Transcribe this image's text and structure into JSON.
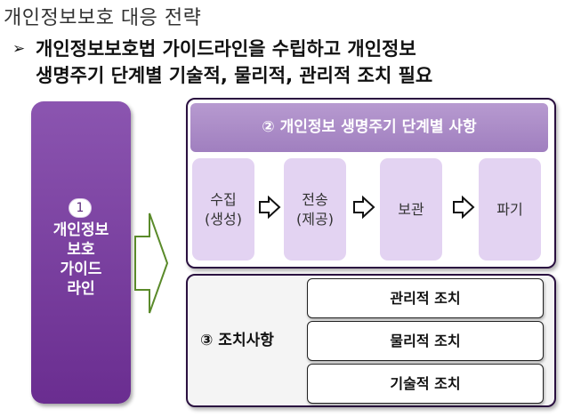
{
  "title": "개인정보보호 대응 전략",
  "subtitle": {
    "bullet": "➢",
    "line1": "개인정보보호법 가이드라인을 수립하고 개인정보",
    "line2": "생명주기 단계별 기술적, 물리적, 관리적 조치 필요"
  },
  "guide": {
    "number": "1",
    "text": "개인정보\n보호\n가이드\n라인"
  },
  "lifecycle": {
    "header": "② 개인정보 생명주기 단계별 사항",
    "stages": [
      "수집\n(생성)",
      "전송\n(제공)",
      "보관",
      "파기"
    ]
  },
  "measures": {
    "label": "③ 조치사항",
    "items": [
      "관리적 조치",
      "물리적 조치",
      "기술적 조치"
    ]
  }
}
